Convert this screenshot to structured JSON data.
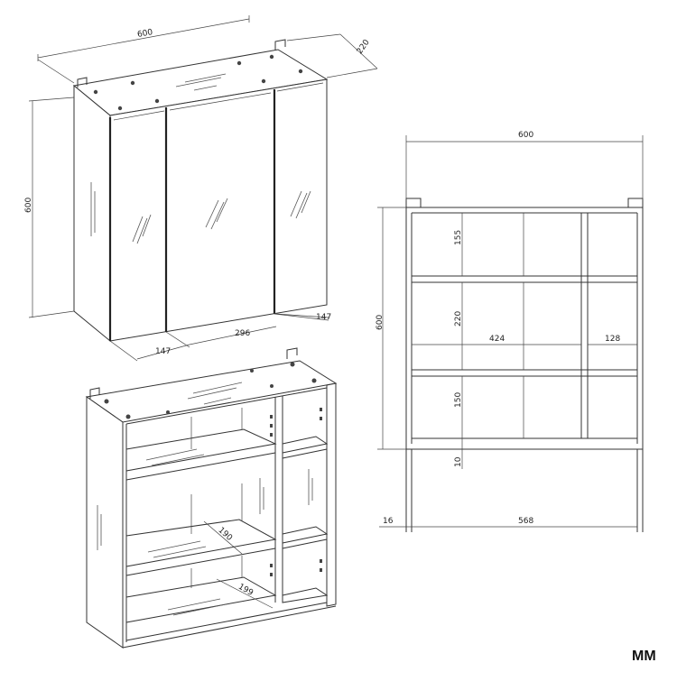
{
  "unit_label": "MM",
  "views": {
    "cabinet_closed": {
      "dim_width": "600",
      "dim_depth": "220",
      "dim_height": "600",
      "dim_door_left": "147",
      "dim_door_center": "296",
      "dim_door_right": "147"
    },
    "cabinet_open": {
      "dim_shelf_depth": "190",
      "dim_bottom_depth": "199"
    },
    "front_elevation": {
      "dim_width": "600",
      "dim_height": "600",
      "dim_row_top": "155",
      "dim_row_middle": "220",
      "dim_row_bottom": "150",
      "dim_bottom_gap": "10",
      "dim_left_section": "424",
      "dim_right_section": "128",
      "dim_side_offset": "16",
      "dim_inner_width": "568"
    }
  }
}
